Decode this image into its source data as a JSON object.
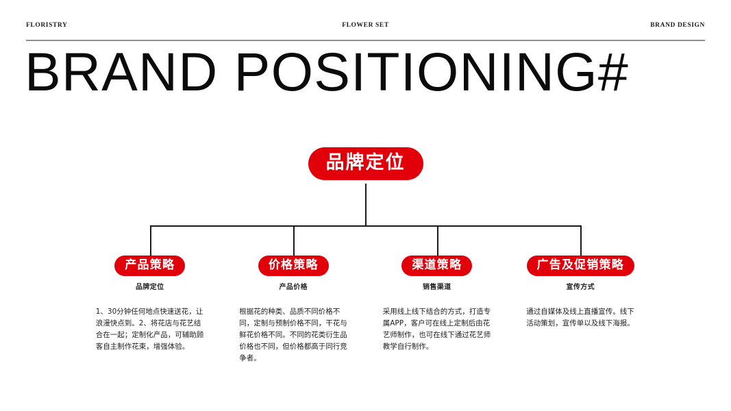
{
  "header": {
    "left": "FLORISTRY",
    "center": "FLOWER SET",
    "right": "BRAND DESIGN"
  },
  "title": "BRAND POSITIONING#",
  "colors": {
    "brand_red": "#e1000a",
    "rule": "#8f8f8f",
    "text": "#111111"
  },
  "diagram": {
    "root": {
      "label": "品牌定位"
    },
    "nodes": [
      {
        "badge": "产品策略",
        "subtitle": "品牌定位",
        "body": "1、30分钟任何地点快速送花，让浪漫快点到。2、将花店与花艺结合在一起；定制化产品，可辅助顾客自主制作花束，增强体验。"
      },
      {
        "badge": "价格策略",
        "subtitle": "产品价格",
        "body": "根据花的种类、品质不同价格不同，定制与预制价格不同，干花与鲜花价格不同。不同的花类衍生品价格也不同，但价格都高于同行竞争者。"
      },
      {
        "badge": "渠道策略",
        "subtitle": "销售渠道",
        "body": "采用线上线下结合的方式，打造专属APP，客户可在线上定制后由花艺师制作，也可在线下通过花艺师教学自行制作。"
      },
      {
        "badge": "广告及促销策略",
        "subtitle": "宣传方式",
        "body": "通过自媒体及线上直播宣传。线下活动策划，宣传单以及线下海报。"
      }
    ]
  }
}
